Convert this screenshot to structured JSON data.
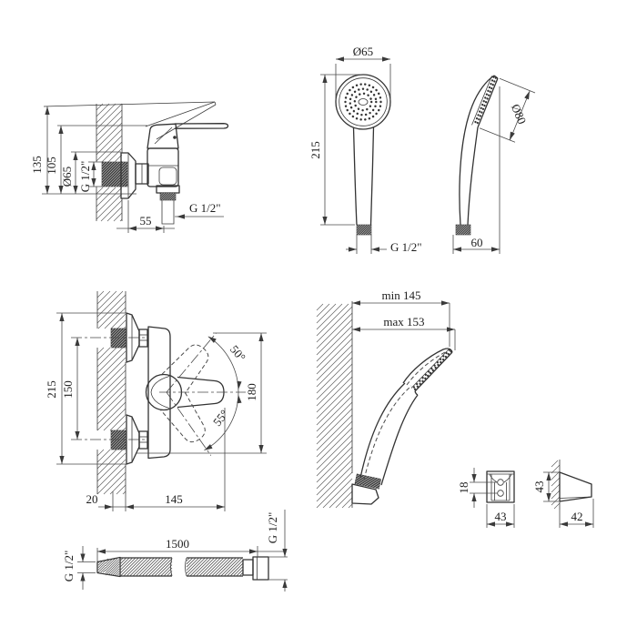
{
  "drawing": {
    "background": "#ffffff",
    "line_color": "#333333",
    "views": {
      "mixer_side": {
        "dims": {
          "height": "135",
          "height_inner": "105",
          "flange_dia": "Ø65",
          "wall_thread": "G 1/2\"",
          "depth": "55",
          "outlet_thread": "G 1/2\""
        }
      },
      "handshower_front": {
        "dims": {
          "head_dia": "Ø65",
          "length": "215",
          "thread": "G 1/2\""
        }
      },
      "handshower_side": {
        "dims": {
          "face_dia": "Ø80",
          "depth": "60"
        }
      },
      "mixer_front": {
        "dims": {
          "height": "215",
          "centers": "150",
          "swing_up": "50°",
          "swing_down": "55°",
          "envelope": "180",
          "wall_offset": "20",
          "width": "145"
        }
      },
      "shower_on_holder": {
        "dims": {
          "reach_min": "min 145",
          "reach_max": "max 153"
        }
      },
      "bracket_front": {
        "dims": {
          "hole_spacing": "18",
          "width": "43"
        }
      },
      "bracket_side": {
        "dims": {
          "height": "43",
          "depth": "42"
        }
      },
      "hose": {
        "dims": {
          "length": "1500",
          "thread_left": "G 1/2\"",
          "thread_right": "G 1/2\""
        }
      }
    }
  }
}
